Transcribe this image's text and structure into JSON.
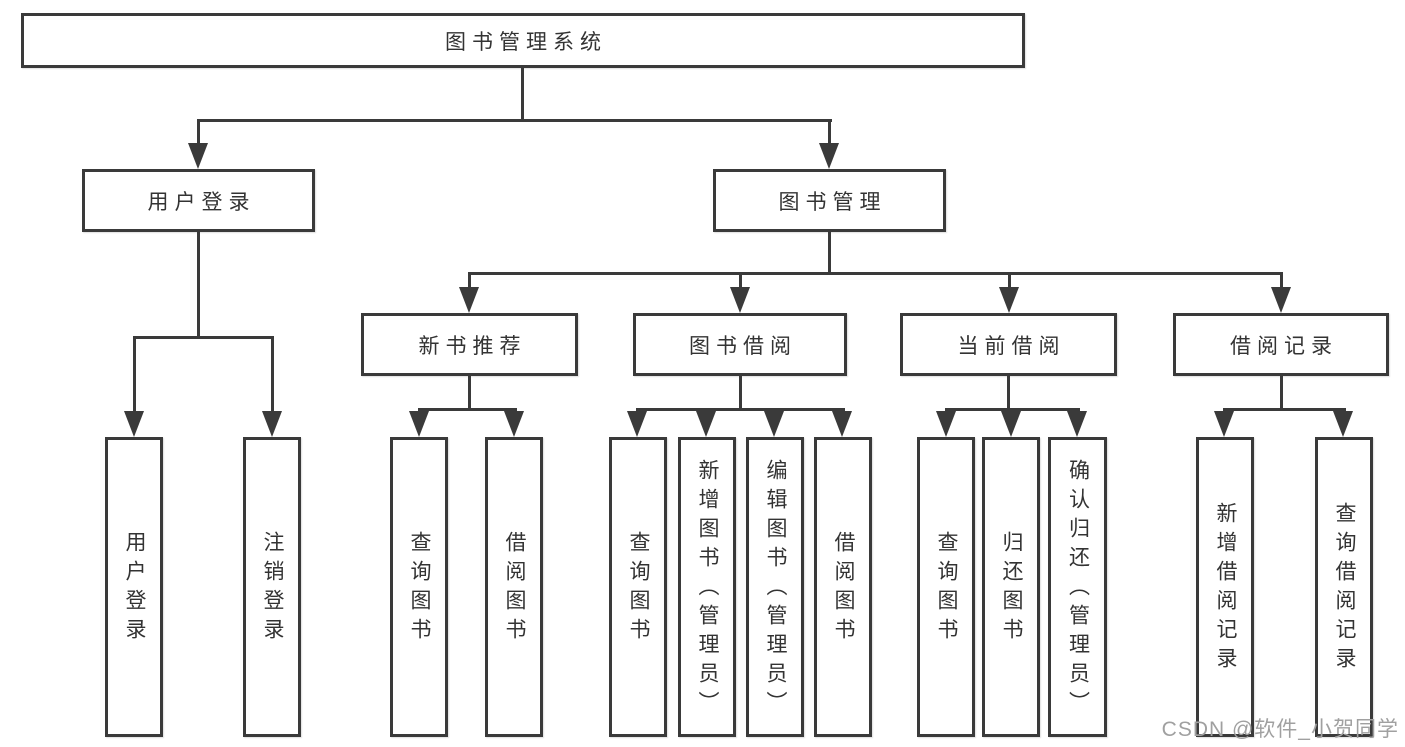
{
  "colors": {
    "line": "#3a3a3a",
    "border": "#3a3a3a",
    "text": "#333333",
    "watermark": "#a0a0a0",
    "background": "#ffffff"
  },
  "tree": {
    "root": {
      "label": "图书管理系统",
      "children": [
        {
          "label": "用户登录",
          "children": [
            {
              "label": "用户登录"
            },
            {
              "label": "注销登录"
            }
          ]
        },
        {
          "label": "图书管理",
          "children": [
            {
              "label": "新书推荐",
              "children": [
                {
                  "label": "查询图书"
                },
                {
                  "label": "借阅图书"
                }
              ]
            },
            {
              "label": "图书借阅",
              "children": [
                {
                  "label": "查询图书"
                },
                {
                  "label": "新增图书（管理员）"
                },
                {
                  "label": "编辑图书（管理员）"
                },
                {
                  "label": "借阅图书"
                }
              ]
            },
            {
              "label": "当前借阅",
              "children": [
                {
                  "label": "查询图书"
                },
                {
                  "label": "归还图书"
                },
                {
                  "label": "确认归还（管理员）"
                }
              ]
            },
            {
              "label": "借阅记录",
              "children": [
                {
                  "label": "新增借阅记录"
                },
                {
                  "label": "查询借阅记录"
                }
              ]
            }
          ]
        }
      ]
    }
  },
  "watermark": {
    "text": "CSDN @软件_小贺同学"
  }
}
